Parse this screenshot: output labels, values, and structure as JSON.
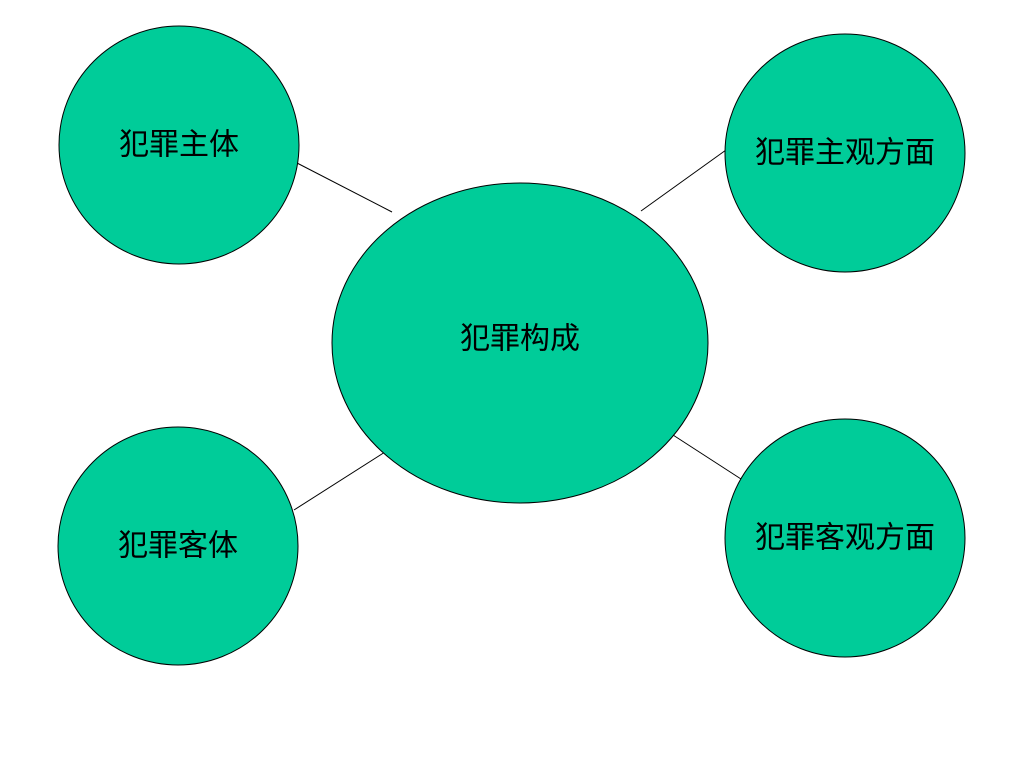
{
  "diagram": {
    "colors": {
      "node_fill": "#00CC99",
      "node_stroke": "#000000",
      "connector": "#000000",
      "text": "#000000"
    },
    "center": {
      "label": "犯罪构成"
    },
    "top_left": {
      "label": "犯罪主体"
    },
    "top_right": {
      "label": "犯罪主观方面"
    },
    "bottom_left": {
      "label": "犯罪客体"
    },
    "bottom_right": {
      "label": "犯罪客观方面"
    }
  }
}
